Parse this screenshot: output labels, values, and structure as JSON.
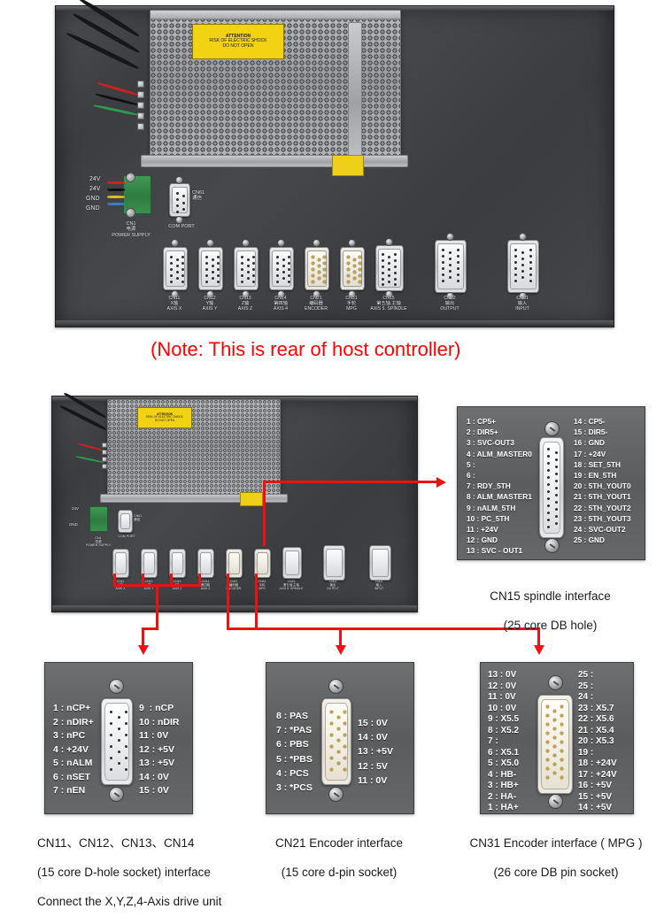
{
  "note": "(Note: This is rear of host controller)",
  "warning_label": {
    "line1": "ATTENTION",
    "line2": "RISK OF ELECTRIC SHOCK",
    "line3": "DO NOT OPEN"
  },
  "power_terminal": {
    "labels": [
      "24V",
      "24V",
      "GND",
      "GND"
    ],
    "name_cn": "电源",
    "name_code": "CN1",
    "name_en": "POWER SUPPLY"
  },
  "com_port": {
    "code": "CN61",
    "cn": "通信",
    "en": "COM PORT"
  },
  "panel_connectors": [
    {
      "code": "CN11",
      "cn": "X轴",
      "en": "AXIS X"
    },
    {
      "code": "CN12",
      "cn": "Y轴",
      "en": "AXIS Y"
    },
    {
      "code": "CN13",
      "cn": "Z轴",
      "en": "AXIS Z"
    },
    {
      "code": "CN14",
      "cn": "第四轴",
      "en": "AXIS 4"
    },
    {
      "code": "CN21",
      "cn": "编码器",
      "en": "ENCODER"
    },
    {
      "code": "CN31",
      "cn": "手轮",
      "en": "MPG"
    },
    {
      "code": "CN15",
      "cn": "第五轴.主轴",
      "en": "AXIS 5. SPINDLE"
    },
    {
      "code": "CN02",
      "cn": "输出",
      "en": "OUTPUT"
    },
    {
      "code": "CN01",
      "cn": "输入",
      "en": "INPUT"
    }
  ],
  "cn15": {
    "caption_line1": "CN15 spindle interface",
    "caption_line2": "(25 core DB hole)",
    "left_pins": [
      "1 : CP5+",
      "2 : DIR5+",
      "3 : SVC-OUT3",
      "4 : ALM_MASTER0",
      "5 :",
      "6 :",
      "7 : RDY_5TH",
      "8 : ALM_MASTER1",
      "9 : nALM_5TH",
      "10 : PC_5TH",
      "11 : +24V",
      "12 : GND",
      "13 : SVC - OUT1"
    ],
    "right_pins": [
      "14 : CP5-",
      "15 : DIR5-",
      "16 : GND",
      "17 : +24V",
      "18 : SET_5TH",
      "19 : EN_5TH",
      "20 : 5TH_YOUT0",
      "21 : 5TH_YOUT1",
      "22 : 5TH_YOUT2",
      "23 : 5TH_YOUT3",
      "24 : SVC-OUT2",
      "25 : GND"
    ]
  },
  "cn11_14": {
    "caption_line1": "CN11、CN12、CN13、CN14",
    "caption_line2": "(15 core D-hole socket) interface",
    "caption_line3": "Connect the X,Y,Z,4-Axis drive unit",
    "left_pins": [
      "1 : nCP+",
      "2 : nDIR+",
      "3 : nPC",
      "4 : +24V",
      "5 : nALM",
      "6 : nSET",
      "7 : nEN"
    ],
    "right_pins": [
      "9  : nCP",
      "10 : nDIR",
      "11 : 0V",
      "12 : +5V",
      "13 : +5V",
      "14 : 0V",
      "15 : 0V"
    ]
  },
  "cn21": {
    "caption_line1": "CN21 Encoder interface",
    "caption_line2": "(15 core d-pin socket)",
    "left_pins": [
      "8 : PAS",
      "7 : *PAS",
      "6 : PBS",
      "5 : *PBS",
      "4 : PCS",
      "3 : *PCS"
    ],
    "right_pins": [
      "15 : 0V",
      "14 : 0V",
      "13 : +5V",
      "12 : 5V",
      "11 : 0V"
    ]
  },
  "cn31": {
    "caption_line1": "CN31 Encoder interface ( MPG )",
    "caption_line2": "(26 core DB pin socket)",
    "left_pins": [
      "13 : 0V",
      "12 : 0V",
      "11 : 0V",
      "10 : 0V",
      "9 : X5.5",
      "8 : X5.2",
      "7 :",
      "6 : X5.1",
      "5 : X5.0",
      "4 : HB-",
      "3 : HB+",
      "2 : HA-",
      "1 : HA+"
    ],
    "right_pins": [
      "25 :",
      "25 :",
      "24 :",
      "23 : X5.7",
      "22 : X5.6",
      "21 : X5.4",
      "20 : X5.3",
      "19 :",
      "18 : +24V",
      "17 : +24V",
      "16 : +5V",
      "15 : +5V",
      "14 : +5V"
    ]
  },
  "colors": {
    "note_red": "#ff0000",
    "leader_red": "#ee1111",
    "plate_dark": "#3b3d40",
    "pinbox_gray": "#5f6163",
    "warning_yellow": "#f2d313"
  }
}
